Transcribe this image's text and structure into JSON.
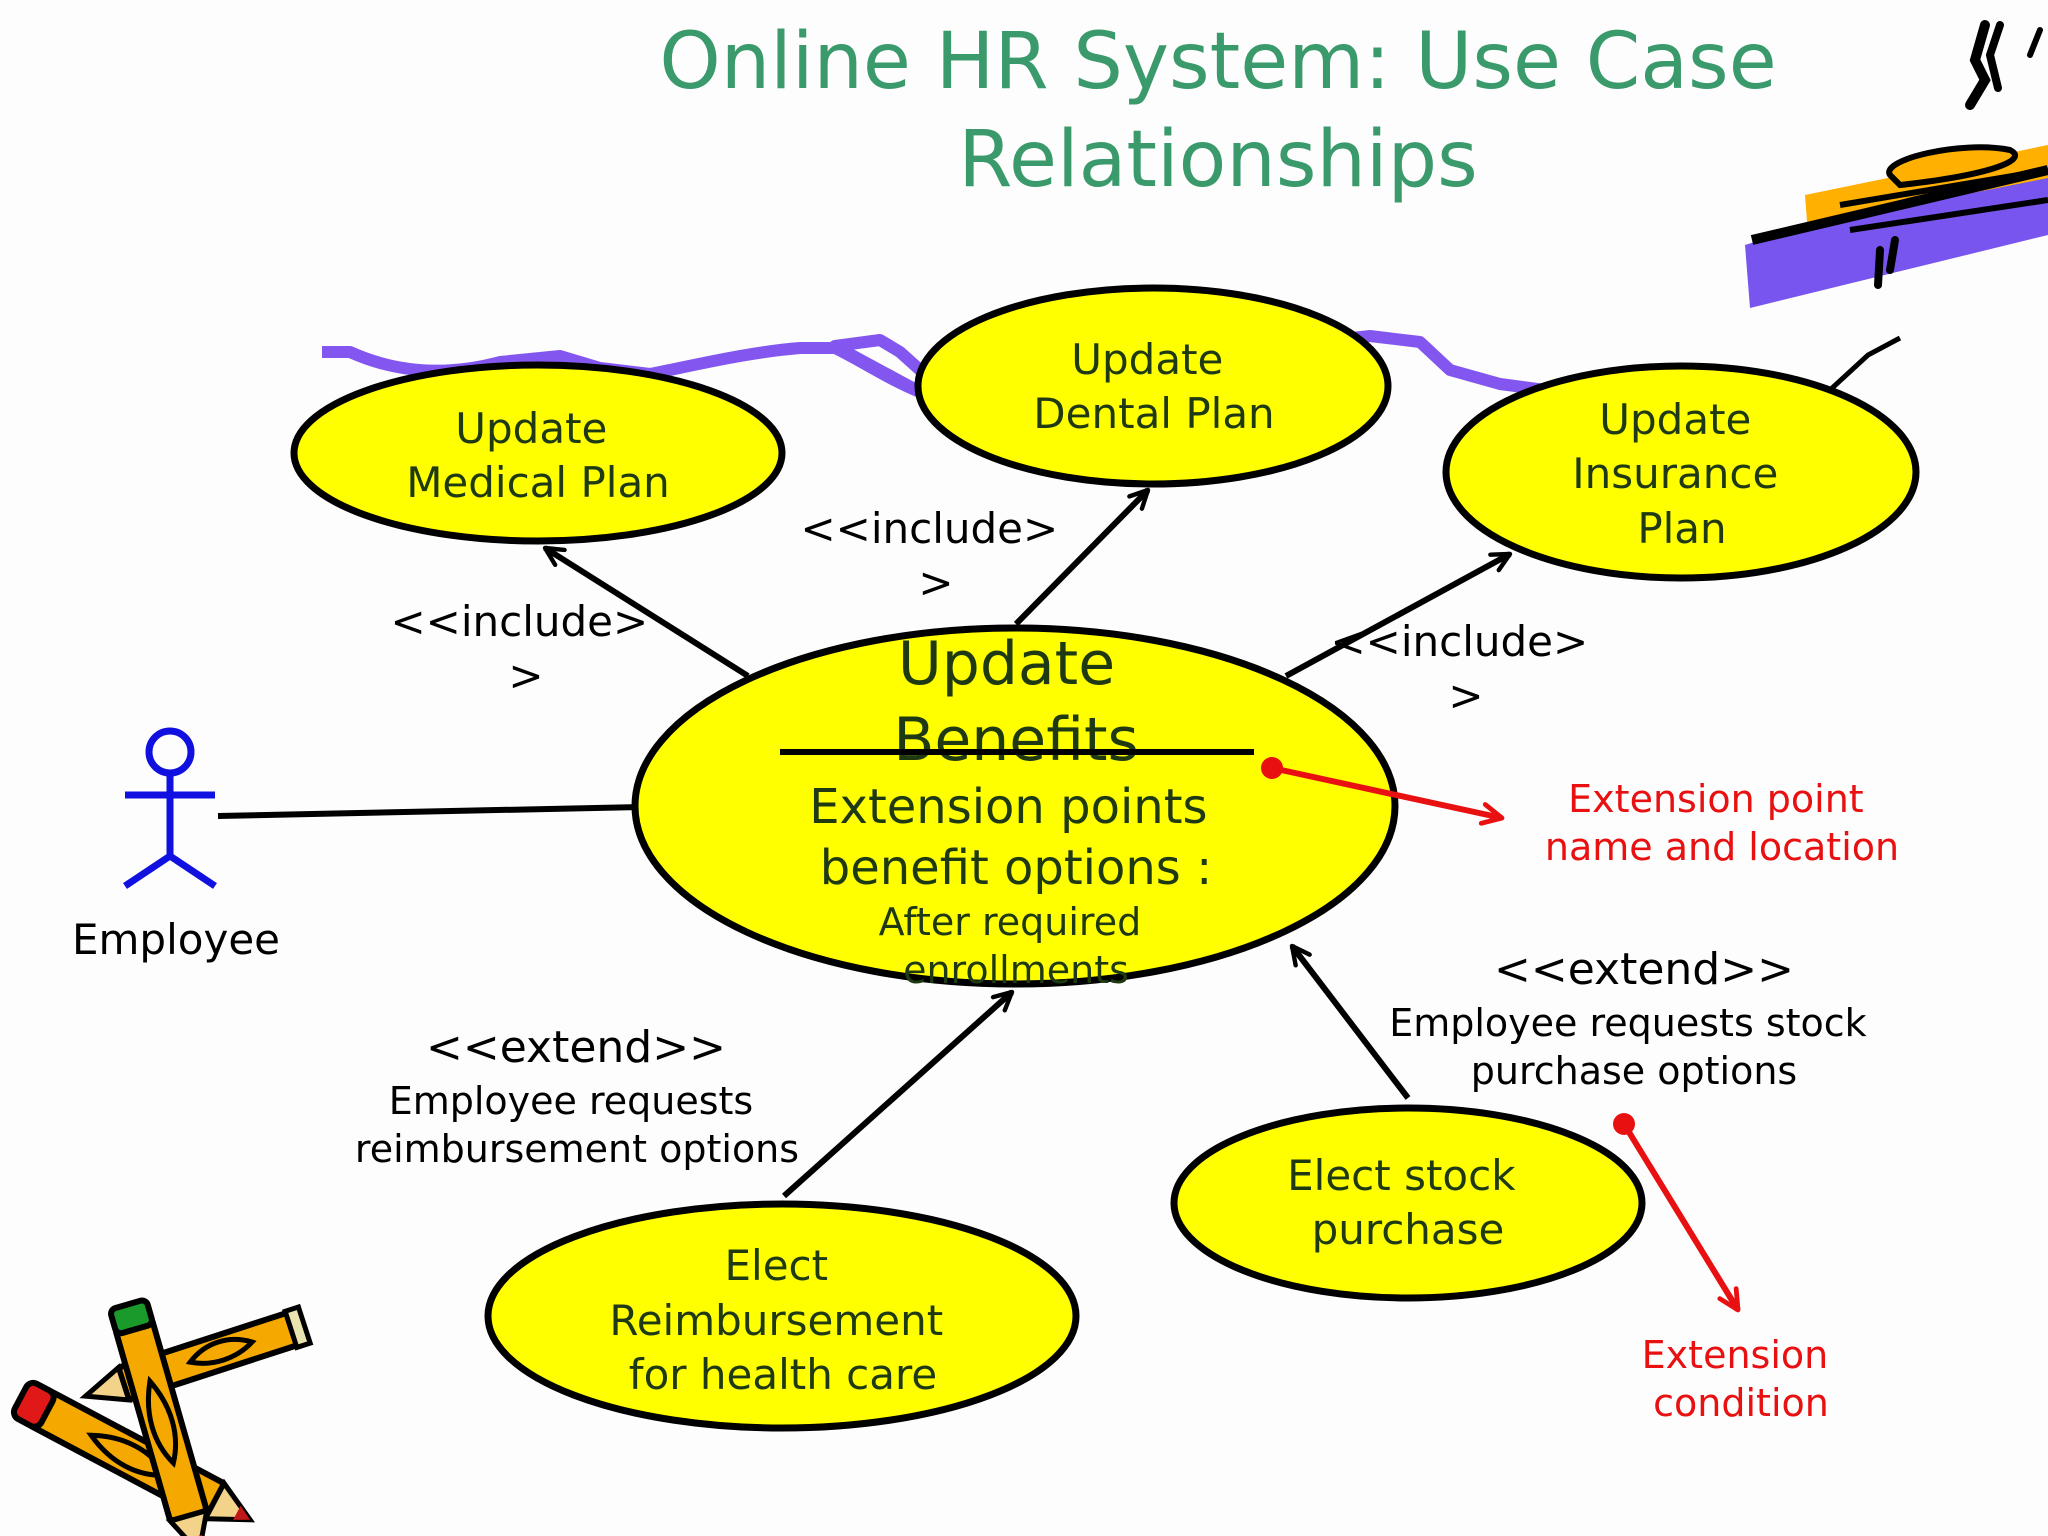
{
  "title": {
    "line1": "Online HR System: Use Case",
    "line2": "Relationships"
  },
  "actor": {
    "label": "Employee"
  },
  "use_cases": {
    "medical": {
      "lines": [
        "Update",
        "Medical Plan"
      ]
    },
    "dental": {
      "lines": [
        "Update",
        "Dental Plan"
      ]
    },
    "insurance": {
      "lines": [
        "Update",
        "Insurance",
        "Plan"
      ]
    },
    "benefits": {
      "name_lines": [
        "Update",
        "Benefits"
      ],
      "extension_lines": [
        "Extension points",
        "benefit options :"
      ],
      "location_lines": [
        "After required",
        "enrollments"
      ]
    },
    "reimbursement": {
      "lines": [
        "Elect",
        "Reimbursement",
        "for health care"
      ]
    },
    "stock": {
      "lines": [
        "Elect stock",
        "purchase"
      ]
    }
  },
  "relationships": {
    "include_left": [
      "<<include>",
      ">"
    ],
    "include_top": [
      "<<include>",
      ">"
    ],
    "include_right": [
      "<<include>",
      ">"
    ],
    "extend_reimbursement": {
      "stereotype": "<<extend>>",
      "condition_lines": [
        "Employee requests",
        "reimbursement options"
      ]
    },
    "extend_stock": {
      "stereotype": "<<extend>>",
      "condition_lines": [
        "Employee requests stock",
        "purchase options"
      ]
    }
  },
  "annotations": {
    "extension_point": [
      "Extension point",
      "name and location"
    ],
    "extension_condition": [
      "Extension",
      "condition"
    ]
  },
  "colors": {
    "title": "#3a9a6c",
    "ellipse_fill": "#ffff00",
    "ellipse_text": "#1f3a12",
    "actor": "#1010e0",
    "annotation": "#e81010",
    "line": "#000000"
  },
  "clipart": [
    "pencils-clipart",
    "hurdle-runner-clipart"
  ]
}
